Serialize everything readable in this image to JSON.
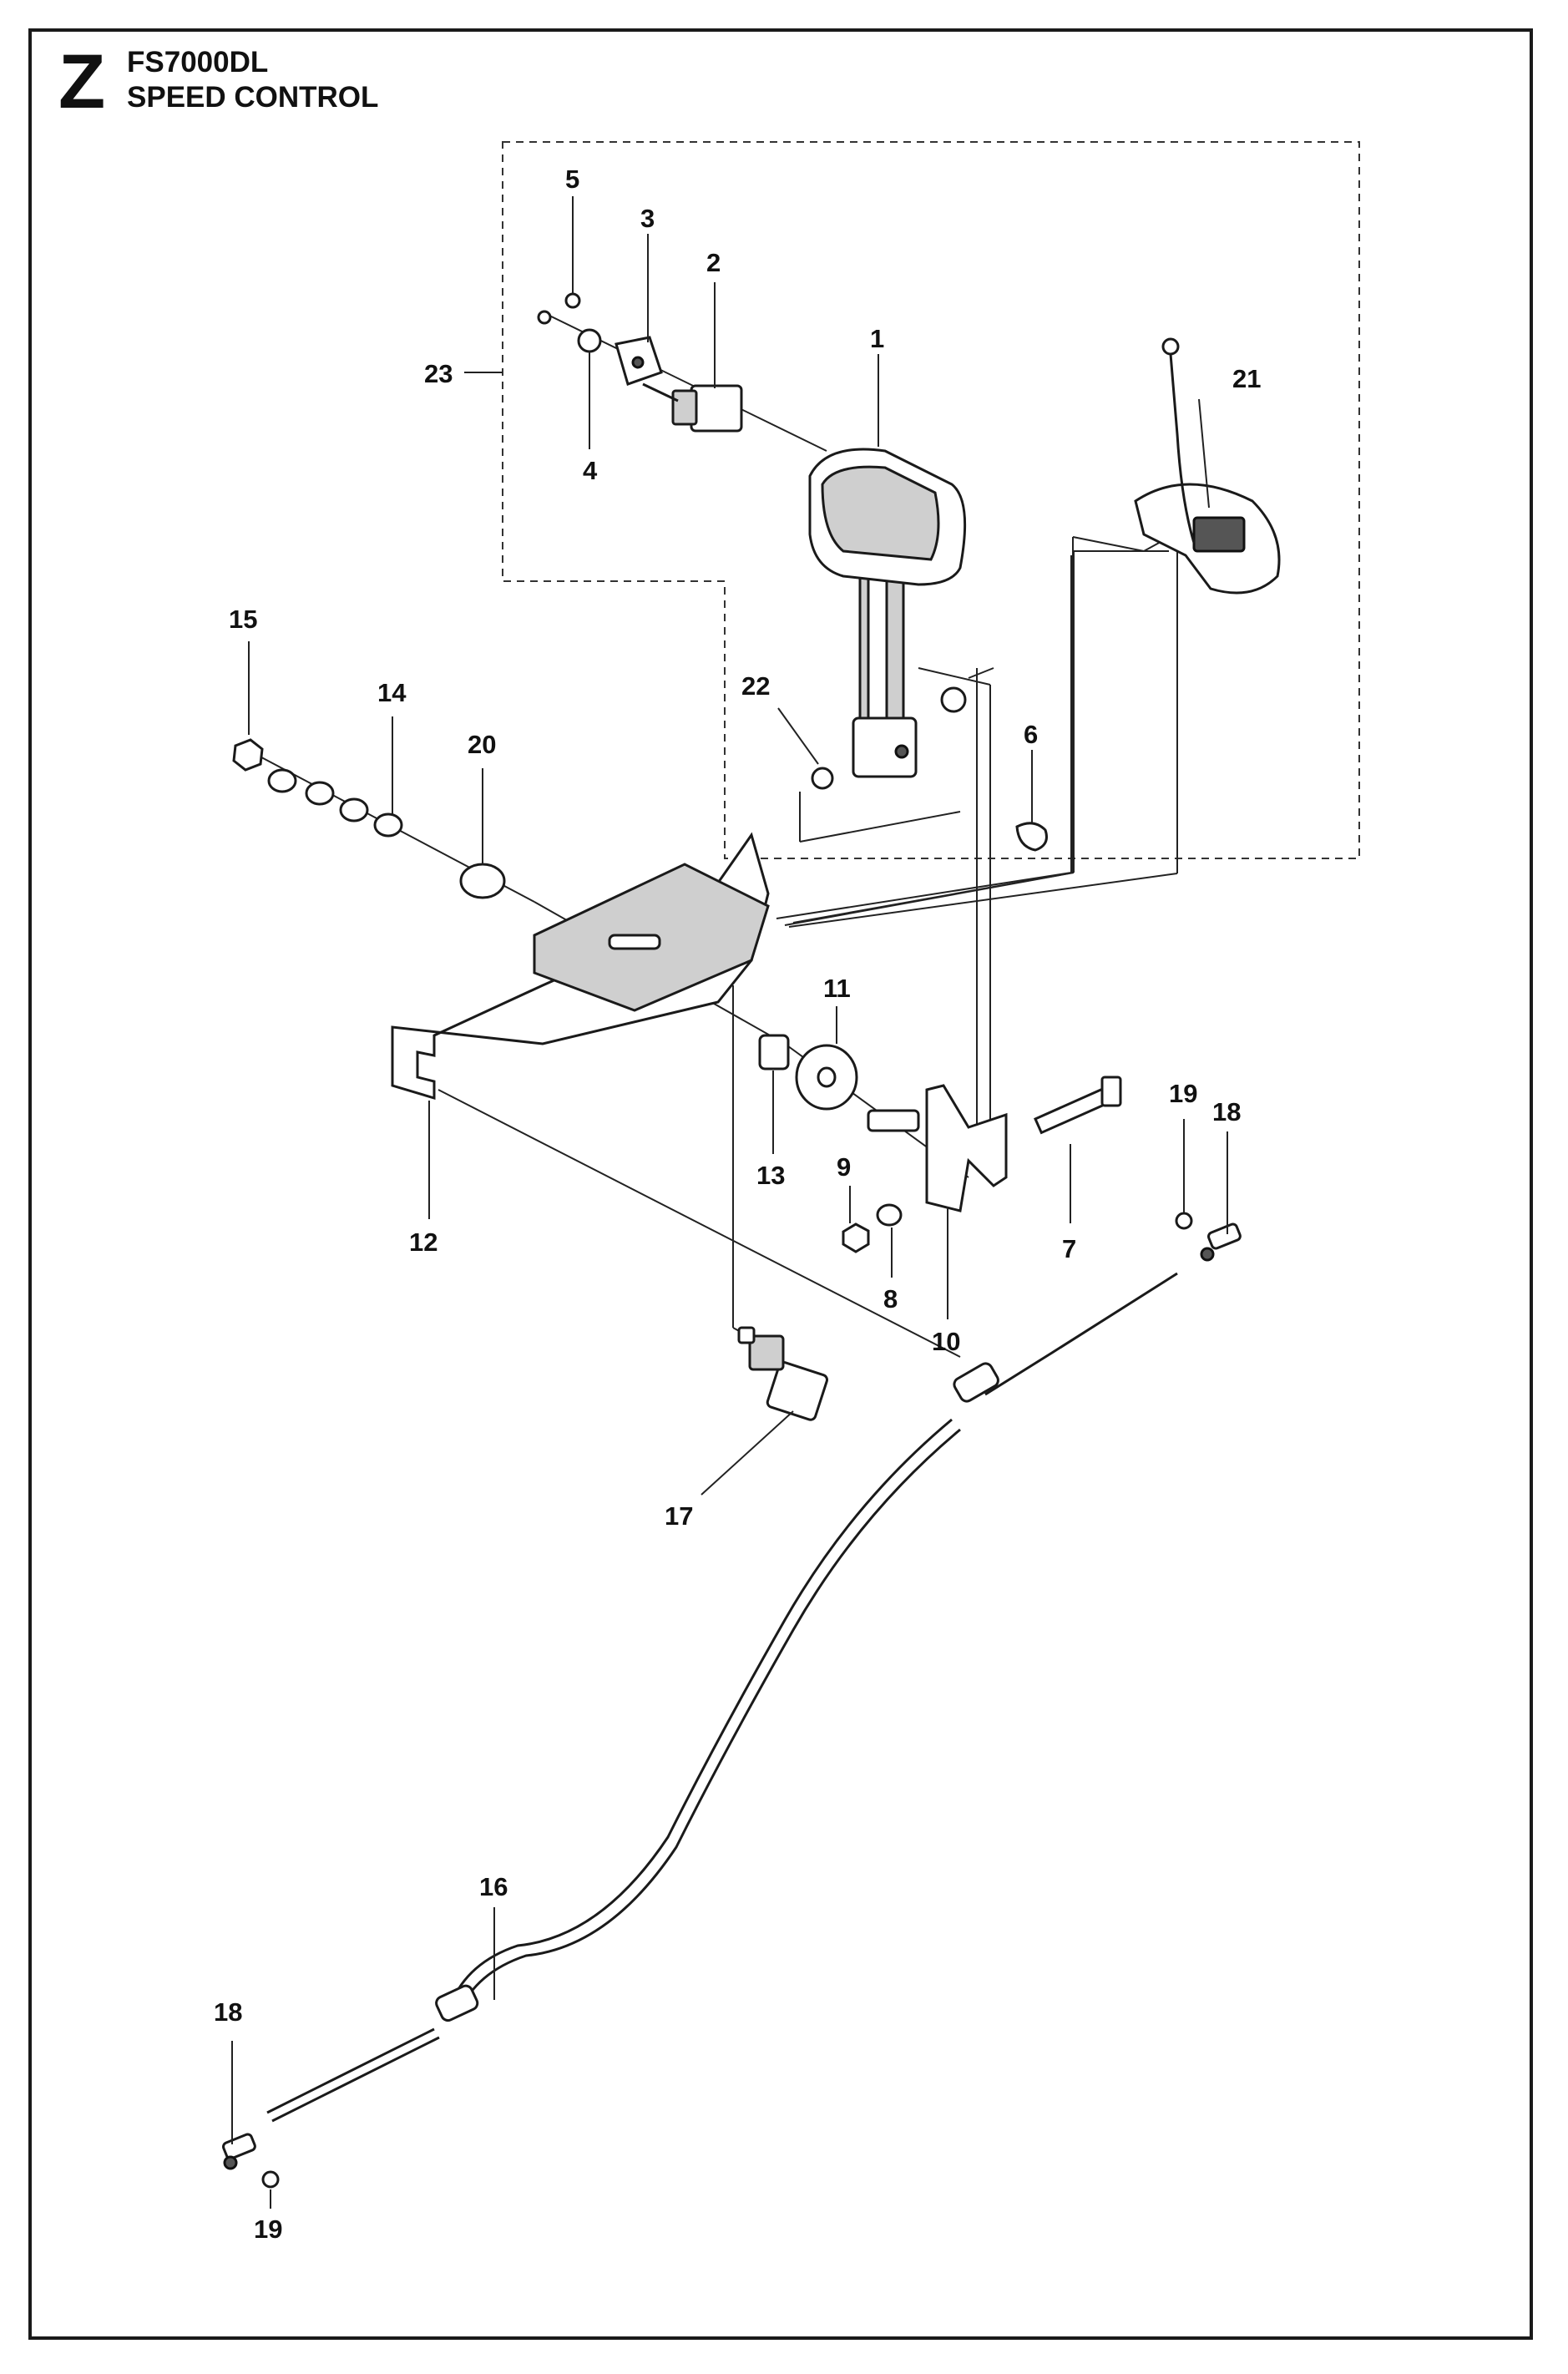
{
  "header": {
    "section_letter": "Z",
    "model": "FS7000DL",
    "title": "SPEED CONTROL"
  },
  "callouts": {
    "c1": "1",
    "c2": "2",
    "c3": "3",
    "c4": "4",
    "c5": "5",
    "c6": "6",
    "c7": "7",
    "c8": "8",
    "c9": "9",
    "c10": "10",
    "c11": "11",
    "c12": "12",
    "c13": "13",
    "c14": "14",
    "c15": "15",
    "c16": "16",
    "c17": "17",
    "c18a": "18",
    "c18b": "18",
    "c19a": "19",
    "c19b": "19",
    "c20": "20",
    "c21": "21",
    "c22": "22",
    "c23": "23"
  }
}
